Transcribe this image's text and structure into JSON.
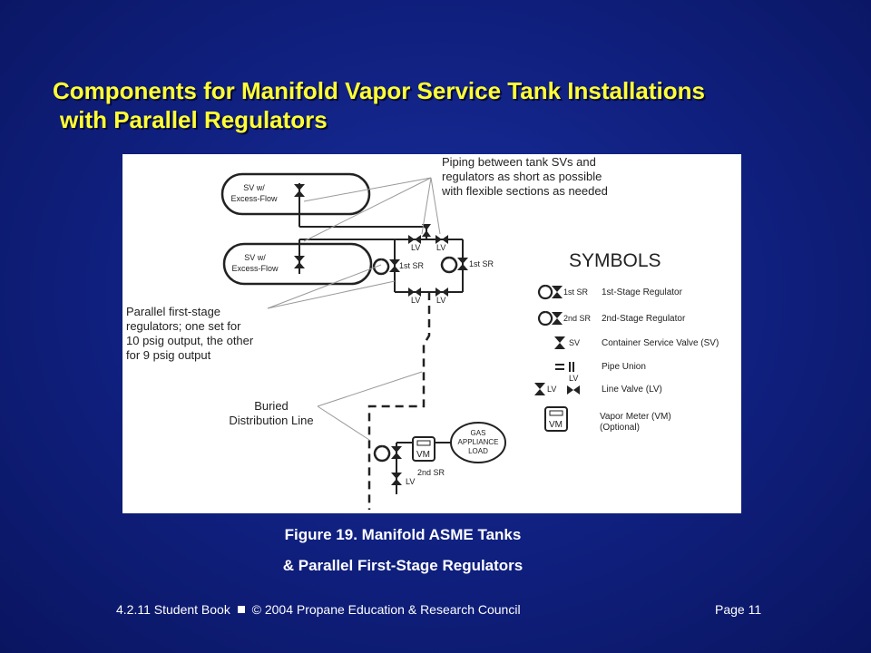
{
  "title": {
    "line1": "Components for Manifold Vapor Service Tank Installations",
    "line2": "with Parallel Regulators"
  },
  "diagram": {
    "tank_top_label": [
      "SV w/",
      "Excess-Flow"
    ],
    "tank_bottom_label": [
      "SV w/",
      "Excess-Flow"
    ],
    "note_piping": [
      "Piping between tank SVs and",
      "regulators as short as possible",
      "with flexible sections as needed"
    ],
    "note_regulators": [
      "Parallel first-stage",
      "regulators; one set for",
      "10 psig output, the other",
      "for 9 psig output"
    ],
    "note_buried": [
      "Buried",
      "Distribution Line"
    ],
    "lv": "LV",
    "first_sr": "1st SR",
    "second_sr": "2nd SR",
    "vm": "VM",
    "gas_load": [
      "GAS",
      "APPLIANCE",
      "LOAD"
    ],
    "symbols_title": "SYMBOLS",
    "symbols": [
      {
        "abbr": "1st SR",
        "desc": "1st-Stage Regulator"
      },
      {
        "abbr": "2nd SR",
        "desc": "2nd-Stage Regulator"
      },
      {
        "abbr": "SV",
        "desc": "Container Service Valve (SV)"
      },
      {
        "abbr": "",
        "desc": "Pipe Union"
      },
      {
        "abbr": "LV",
        "desc": "Line Valve (LV)"
      },
      {
        "abbr": "VM",
        "desc": "Vapor Meter (VM)",
        "desc2": "(Optional)"
      }
    ]
  },
  "caption": {
    "line1": "Figure 19.  Manifold ASME Tanks",
    "line2": "& Parallel First-Stage Regulators"
  },
  "footer": {
    "left_a": "4.2.11  Student Book",
    "left_b": "© 2004 Propane Education & Research Council",
    "right": "Page  11"
  }
}
